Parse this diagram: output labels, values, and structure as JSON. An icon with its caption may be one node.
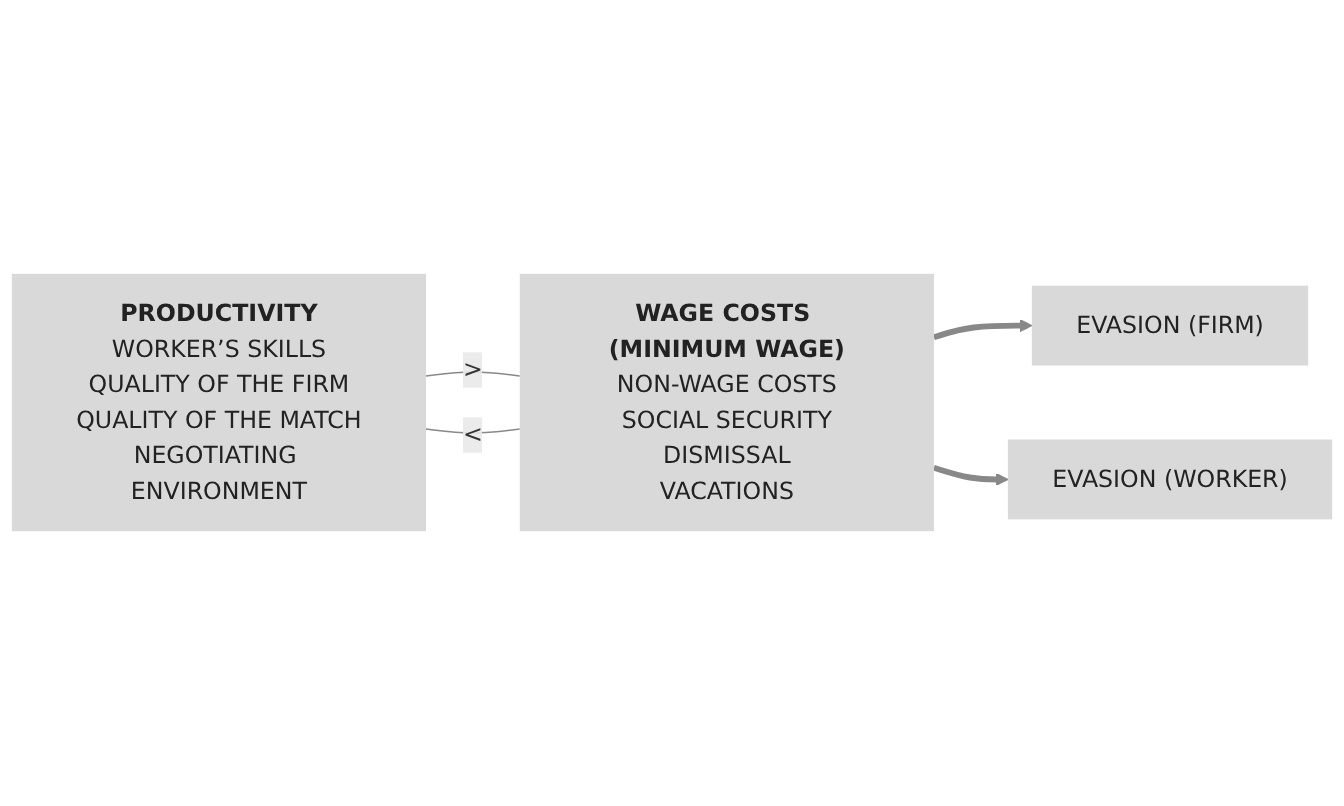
{
  "diagram": {
    "nodes": [
      {
        "text": [
          "PRODUCTIVITY",
          "WORKER’S SKILLS",
          "QUALITY OF THE FIRM",
          "QUALITY OF THE MATCH",
          "NEGOTIATING ENVIRONMENT"
        ]
      },
      {
        "text": [
          "WAGE COSTS (MINIMUM WAGE)",
          "NON-WAGE COSTS",
          "SOCIAL SECURITY",
          "DISMISSAL",
          "VACATIONS"
        ]
      },
      {
        "text": [
          "EVASION (FIRM)"
        ]
      },
      {
        "text": [
          "EVASION (WORKER)"
        ]
      }
    ],
    "edges": [
      {
        "from": 0,
        "to": 1,
        "arrow": "none",
        "label": ">"
      },
      {
        "from": 0,
        "to": 1,
        "arrow": "none",
        "label": "<"
      },
      {
        "from": 1,
        "to": 2,
        "arrow": "to",
        "style": "thick"
      },
      {
        "from": 1,
        "to": 3,
        "arrow": "to",
        "style": "thick"
      }
    ]
  }
}
